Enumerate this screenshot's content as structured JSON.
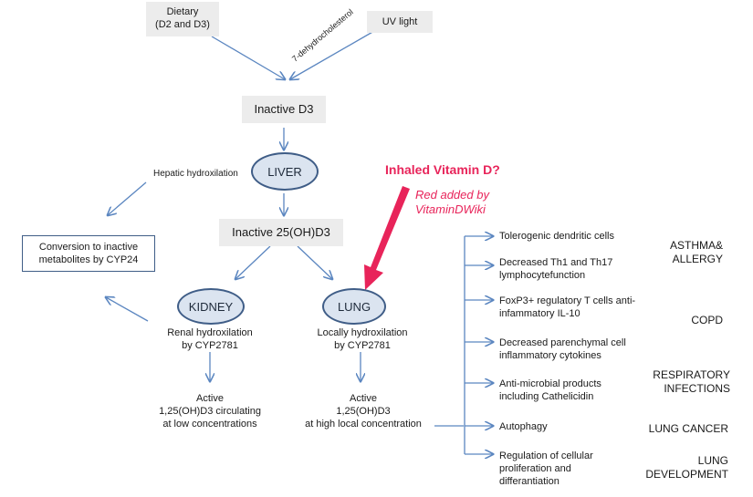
{
  "nodes": {
    "dietary": "Dietary\n(D2 and D3)",
    "uv": "UV light",
    "dehydro": "7-dehydrocholesterol",
    "inactive_d3": "Inactive D3",
    "liver": "LIVER",
    "hepatic": "Hepatic hydroxilation",
    "conversion": "Conversion to inactive\nmetabolites by CYP24",
    "inactive_25": "Inactive 25(OH)D3",
    "kidney": "KIDNEY",
    "lung": "LUNG",
    "renal": "Renal hydroxilation\nby CYP2781",
    "local": "Locally hydroxilation\nby CYP2781",
    "active_kidney": "Active\n1,25(OH)D3 circulating\nat low concentrations",
    "active_lung": "Active\n1,25(OH)D3\nat high local concentration"
  },
  "annotation": {
    "title": "Inhaled Vitamin D?",
    "note": "Red added by\nVitaminDWiki",
    "color": "#e8245a"
  },
  "effects": [
    "Tolerogenic dendritic cells",
    "Decreased Th1 and Th17\nlymphocytefunction",
    "FoxP3+ regulatory T cells anti-\ninfammatory IL-10",
    "Decreased parenchymal cell\ninflammatory cytokines",
    "Anti-microbial products\nincluding Cathelicidin",
    "Autophagy",
    "Regulation of cellular\nproliferation and\ndifferantiation"
  ],
  "diseases": [
    "ASTHMA&\nALLERGY",
    "COPD",
    "RESPIRATORY\nINFECTIONS",
    "LUNG CANCER",
    "LUNG\nDEVELOPMENT"
  ],
  "colors": {
    "arrow": "#5b86c0",
    "ellipse_border": "#3f5d87",
    "ellipse_fill": "#dbe4f0",
    "box_fill": "#ececec"
  }
}
